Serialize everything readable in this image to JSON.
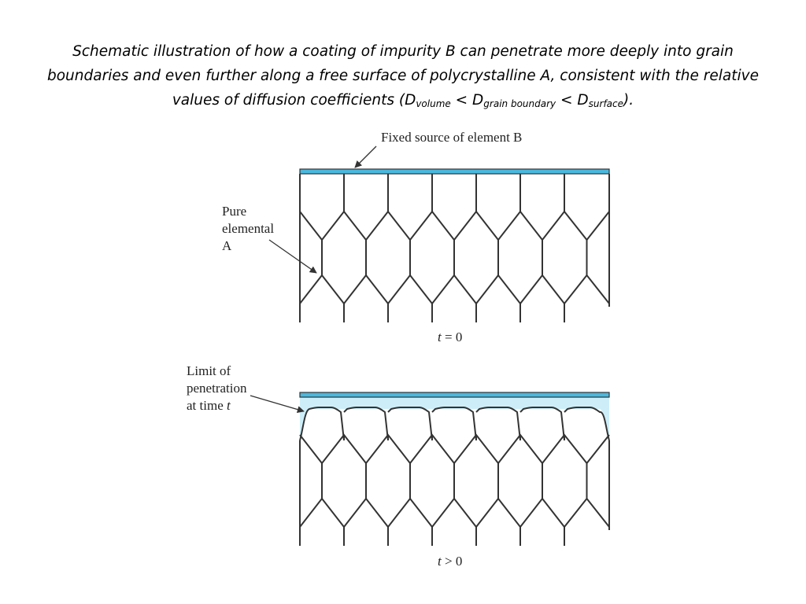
{
  "caption": {
    "main": "Schematic illustration of how a coating of impurity B can penetrate more deeply into grain boundaries and even further along a free surface of polycrystalline A, consistent with the relative values of diffusion coefficients (",
    "d1": "D",
    "sub1": "volume",
    "op1": " < ",
    "d2": "D",
    "sub2": "grain boundary",
    "op2": " < ",
    "d3": "D",
    "sub3": "surface",
    "end": ")."
  },
  "top": {
    "source_label": "Fixed source of element B",
    "pure_label": [
      "Pure",
      "elemental",
      "A"
    ],
    "time_var": "t",
    "time_rel": " = 0"
  },
  "bottom": {
    "limit_label": [
      "Limit of",
      "penetration",
      "at time "
    ],
    "limit_var": "t",
    "time_var": "t",
    "time_rel": " > 0"
  },
  "colors": {
    "coating": "#4bb8de",
    "penetration": "#cdeef9",
    "line": "#333333"
  }
}
